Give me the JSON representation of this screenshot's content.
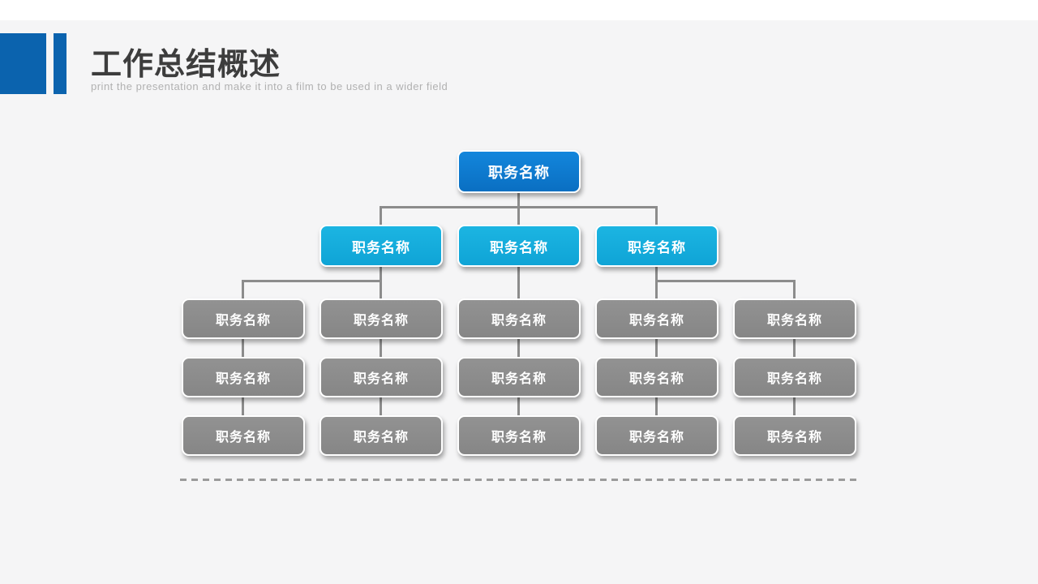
{
  "slide": {
    "title": "工作总结概述",
    "subtitle": "print the presentation and make it into a film to be used in a wider field"
  },
  "colors": {
    "accent_blue": "#0b63ae",
    "root_box": "#0d7cd1",
    "branch_box": "#14acdc",
    "leaf_box": "#8b8b8b",
    "connector": "#8c8c8c",
    "background": "#f5f5f6",
    "title_text": "#3d3d3d",
    "subtitle_text": "#b1b1b1"
  },
  "org": {
    "root": {
      "label": "职务名称"
    },
    "branches": [
      {
        "label": "职务名称"
      },
      {
        "label": "职务名称"
      },
      {
        "label": "职务名称"
      }
    ],
    "rows": [
      [
        {
          "label": "职务名称"
        },
        {
          "label": "职务名称"
        },
        {
          "label": "职务名称"
        },
        {
          "label": "职务名称"
        },
        {
          "label": "职务名称"
        }
      ],
      [
        {
          "label": "职务名称"
        },
        {
          "label": "职务名称"
        },
        {
          "label": "职务名称"
        },
        {
          "label": "职务名称"
        },
        {
          "label": "职务名称"
        }
      ],
      [
        {
          "label": "职务名称"
        },
        {
          "label": "职务名称"
        },
        {
          "label": "职务名称"
        },
        {
          "label": "职务名称"
        },
        {
          "label": "职务名称"
        }
      ]
    ]
  }
}
